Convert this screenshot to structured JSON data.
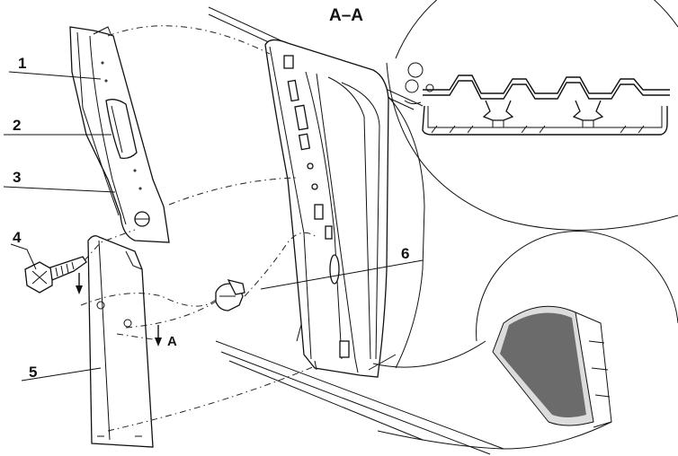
{
  "section_label": "A–A",
  "view_arrow_label": "A",
  "callouts": [
    {
      "number": "1"
    },
    {
      "number": "2"
    },
    {
      "number": "3"
    },
    {
      "number": "4"
    },
    {
      "number": "5"
    },
    {
      "number": "6"
    }
  ]
}
